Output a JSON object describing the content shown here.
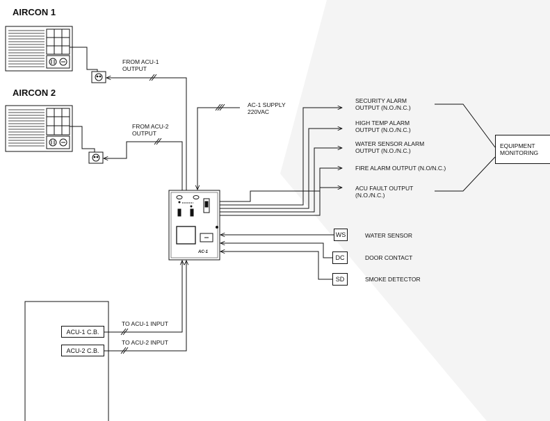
{
  "aircon1": {
    "title": "AIRCON 1",
    "output_label": "FROM ACU-1\nOUTPUT"
  },
  "aircon2": {
    "title": "AIRCON 2",
    "output_label": "FROM ACU-2\nOUTPUT"
  },
  "supply": {
    "label": "AC-1 SUPPLY\n220VAC"
  },
  "controller": {
    "model": "AC-1"
  },
  "outputs": [
    {
      "label": "SECURITY ALARM\nOUTPUT (N.O./N.C.)"
    },
    {
      "label": "HIGH TEMP ALARM\nOUTPUT (N.O./N.C.)"
    },
    {
      "label": "WATER SENSOR ALARM\nOUTPUT (N.O./N.C.)"
    },
    {
      "label": "FIRE ALARM OUTPUT (N.O/N.C.)"
    },
    {
      "label": "ACU FAULT OUTPUT\n(N.O./N.C.)"
    }
  ],
  "monitoring": {
    "label": "EQUIPMENT\nMONITORING"
  },
  "sensors": [
    {
      "tag": "WS",
      "label": "WATER SENSOR"
    },
    {
      "tag": "DC",
      "label": "DOOR CONTACT"
    },
    {
      "tag": "SD",
      "label": "SMOKE DETECTOR"
    }
  ],
  "breakers": [
    {
      "tag": "ACU-1 C.B.",
      "label": "TO ACU-1 INPUT"
    },
    {
      "tag": "ACU-2 C.B.",
      "label": "TO ACU-2 INPUT"
    }
  ],
  "colors": {
    "background": "#ffffff",
    "watermark": "#f3f3f3",
    "line": "#111111"
  }
}
